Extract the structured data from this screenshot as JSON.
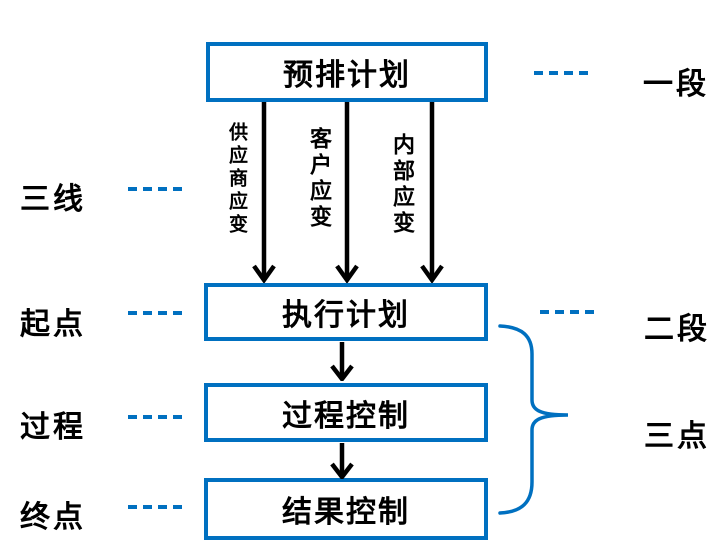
{
  "diagram": {
    "boxes": [
      {
        "label": "预排计划"
      },
      {
        "label": "执行计划"
      },
      {
        "label": "过程控制"
      },
      {
        "label": "结果控制"
      }
    ],
    "branch_labels": [
      {
        "label": "供应商应变"
      },
      {
        "label": "客户应变"
      },
      {
        "label": "内部应变"
      }
    ],
    "left_annotations": [
      {
        "label": "三线"
      },
      {
        "label": "起点"
      },
      {
        "label": "过程"
      },
      {
        "label": "终点"
      }
    ],
    "right_annotations": [
      {
        "label": "一段"
      },
      {
        "label": "二段"
      },
      {
        "label": "三点"
      }
    ],
    "colors": {
      "accent_blue": "#0070C0",
      "arrow_black": "#000000",
      "background": "#FFFFFF"
    }
  }
}
